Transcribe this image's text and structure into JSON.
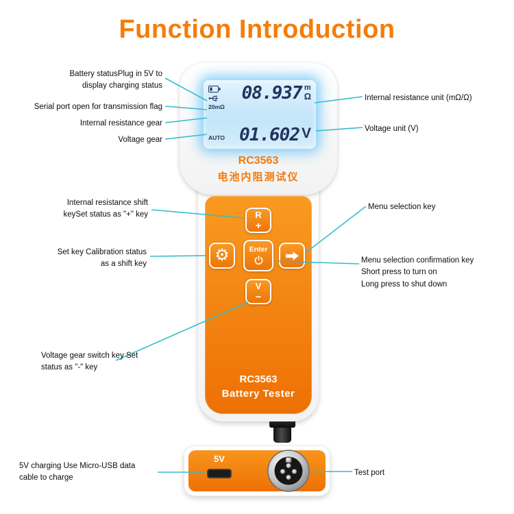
{
  "title": "Function Introduction",
  "colors": {
    "accent_orange": "#f57d07",
    "callout_line": "#35bccd",
    "lcd_glow": "#73c8f6",
    "lcd_digit": "#22335e"
  },
  "callouts_left": [
    {
      "text": "Battery statusPlug in 5V to\ndisplay charging status"
    },
    {
      "text": "Serial port open for transmission flag"
    },
    {
      "text": "Internal resistance gear"
    },
    {
      "text": "Voltage gear"
    },
    {
      "text": "Internal resistance shift\nkeySet status as \"+\" key"
    },
    {
      "text": "Set key Calibration status\nas a shift key"
    },
    {
      "text": "Voltage gear switch key Set\nstatus as \"-\" key"
    },
    {
      "text": "5V charging Use Micro-USB data\ncable to charge"
    }
  ],
  "callouts_right": [
    {
      "text": "Internal resistance unit (mΩ/Ω)"
    },
    {
      "text": "Voltage unit (V)"
    },
    {
      "text": "Menu selection key"
    },
    {
      "text": "Menu selection confirmation key\nShort press to turn on\nLong press to shut down"
    },
    {
      "text": "Test port"
    }
  ],
  "device": {
    "model": "RC3563",
    "name_cn": "电池内阻测试仪",
    "lcd": {
      "gear_range": "20mΩ",
      "auto": "AUTO",
      "resistance_value": "08.937",
      "resistance_unit_prefix": "m",
      "resistance_unit": "Ω",
      "voltage_value": "01.602",
      "voltage_unit": "V"
    },
    "buttons": {
      "r_plus_top": "R",
      "r_plus_bottom": "+",
      "gear_icon": "⚙",
      "enter": "Enter",
      "v_minus_top": "V",
      "v_minus_bottom": "−"
    },
    "brand_model": "RC3563",
    "brand_name": "Battery Tester"
  },
  "bottom_view": {
    "charge_label": "5V"
  }
}
